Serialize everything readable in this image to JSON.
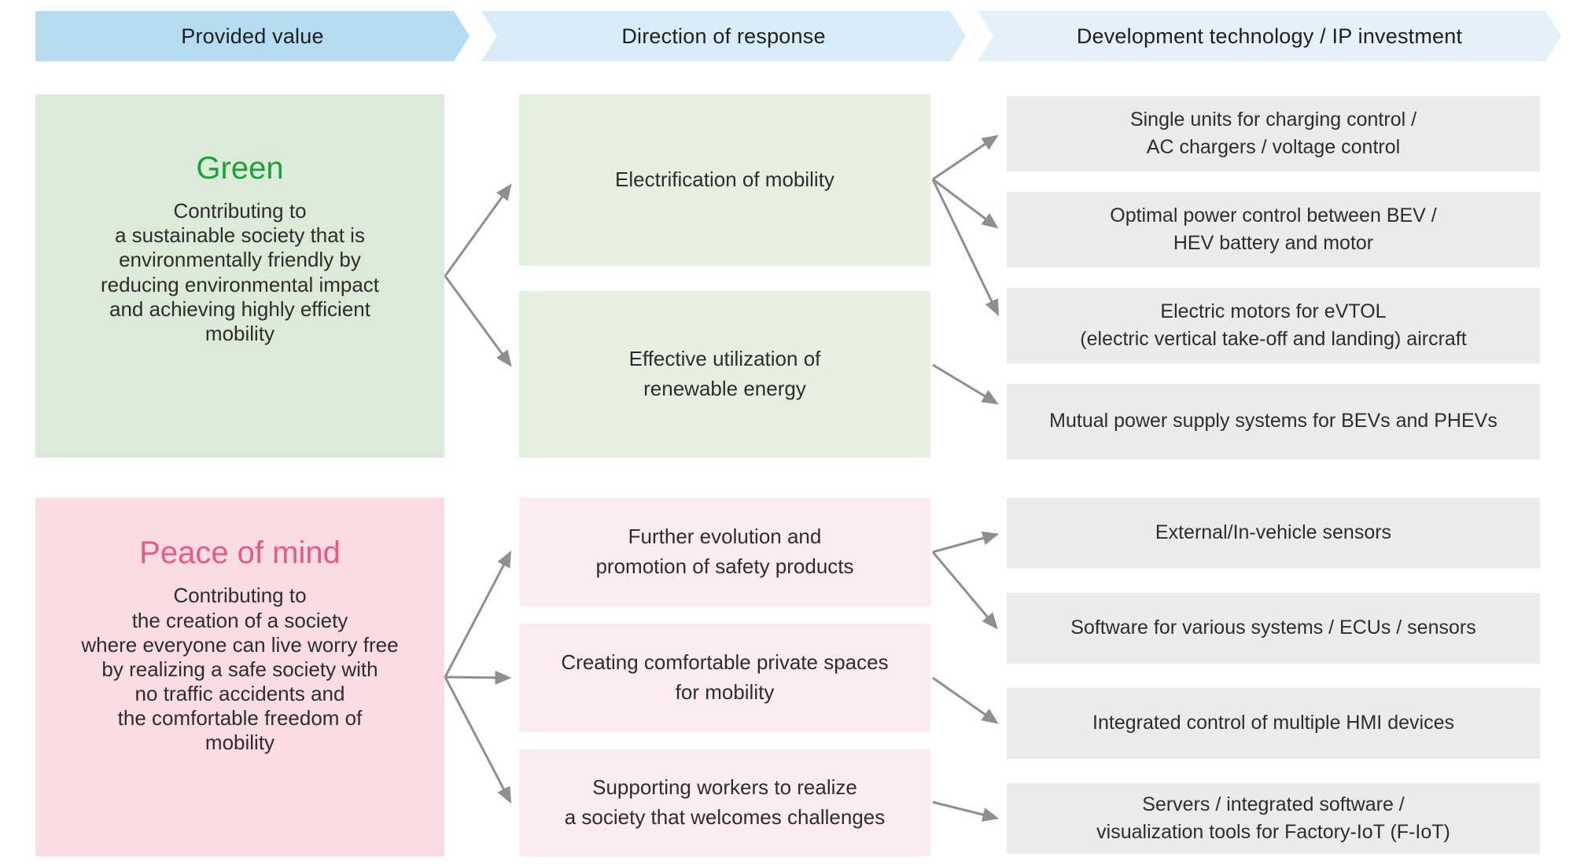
{
  "header": {
    "columns": [
      {
        "label": "Provided value"
      },
      {
        "label": "Direction of response"
      },
      {
        "label": "Development technology / IP investment"
      }
    ]
  },
  "colors": {
    "banner_provided_value": "#b5dcf0",
    "banner_direction": "#d8ecf7",
    "banner_development": "#e5f1f9",
    "green_value_bg": "#dcebd7",
    "green_direction_bg": "#e5f0e1",
    "green_title": "#1aa13c",
    "pink_value_bg": "#fadce5",
    "pink_direction_bg": "#fbecf1",
    "pink_title": "#e85988",
    "technology_bg": "#ebebeb",
    "arrow": "#8f8f8f",
    "text": "#2d2d2d"
  },
  "sections": [
    {
      "id": "green",
      "title": "Green",
      "description": "Contributing to\na sustainable society that is\nenvironmentally friendly by\nreducing environmental impact\nand achieving highly efficient\nmobility",
      "directions": [
        {
          "label": "Electrification of mobility"
        },
        {
          "label": "Effective utilization of\nrenewable energy"
        }
      ],
      "technologies": [
        {
          "label": "Single units for charging control /\nAC chargers / voltage control"
        },
        {
          "label": "Optimal power control between BEV /\nHEV battery and motor"
        },
        {
          "label": "Electric motors for eVTOL\n(electric vertical take-off and landing) aircraft"
        },
        {
          "label": "Mutual power supply systems for BEVs and PHEVs"
        }
      ],
      "links": [
        {
          "direction": 0,
          "technologies": [
            0,
            1,
            2
          ]
        },
        {
          "direction": 1,
          "technologies": [
            3
          ]
        }
      ]
    },
    {
      "id": "peace-of-mind",
      "title": "Peace of mind",
      "description": "Contributing to\nthe creation of a society\nwhere everyone can live worry free\nby realizing a safe society with\nno traffic accidents and\nthe comfortable freedom of\nmobility",
      "directions": [
        {
          "label": "Further evolution and\npromotion of safety products"
        },
        {
          "label": "Creating comfortable private spaces\nfor mobility"
        },
        {
          "label": "Supporting workers to realize\na society that welcomes challenges"
        }
      ],
      "technologies": [
        {
          "label": "External/In-vehicle sensors"
        },
        {
          "label": "Software for various systems / ECUs / sensors"
        },
        {
          "label": "Integrated control of multiple HMI devices"
        },
        {
          "label": "Servers / integrated software /\nvisualization tools for Factory-IoT (F-IoT)"
        }
      ],
      "links": [
        {
          "direction": 0,
          "technologies": [
            0,
            1
          ]
        },
        {
          "direction": 1,
          "technologies": [
            2
          ]
        },
        {
          "direction": 2,
          "technologies": [
            3
          ]
        }
      ]
    }
  ]
}
